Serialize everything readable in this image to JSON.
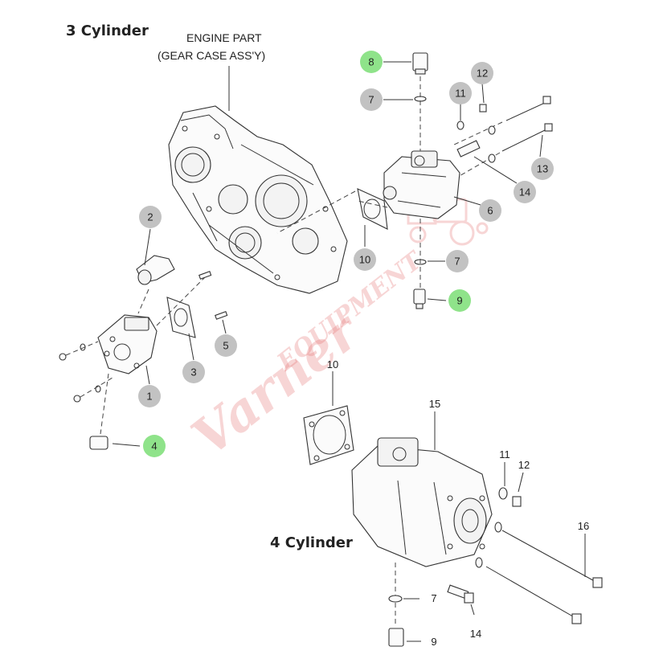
{
  "headings": {
    "three_cylinder": "3 Cylinder",
    "four_cylinder": "4 Cylinder",
    "engine_part_line1": "ENGINE PART",
    "engine_part_line2": "(GEAR CASE ASS'Y)"
  },
  "watermark": {
    "brand": "Varner",
    "sub": "EQUIPMENT",
    "color": "#e46b6b"
  },
  "colors": {
    "green_callout": "#8fe38a",
    "gray_callout": "#c2c2c2",
    "line": "#333333"
  },
  "callouts_3cyl": [
    {
      "num": "8",
      "style": "green"
    },
    {
      "num": "7",
      "style": "gray"
    },
    {
      "num": "11",
      "style": "gray"
    },
    {
      "num": "12",
      "style": "gray"
    },
    {
      "num": "13",
      "style": "gray"
    },
    {
      "num": "14",
      "style": "gray"
    },
    {
      "num": "6",
      "style": "gray"
    },
    {
      "num": "10",
      "style": "gray"
    },
    {
      "num": "7",
      "style": "gray"
    },
    {
      "num": "9",
      "style": "green"
    },
    {
      "num": "2",
      "style": "gray"
    },
    {
      "num": "3",
      "style": "gray"
    },
    {
      "num": "5",
      "style": "gray"
    },
    {
      "num": "1",
      "style": "gray"
    },
    {
      "num": "4",
      "style": "green"
    }
  ],
  "labels_4cyl": [
    {
      "num": "10"
    },
    {
      "num": "15"
    },
    {
      "num": "11"
    },
    {
      "num": "12"
    },
    {
      "num": "16"
    },
    {
      "num": "7"
    },
    {
      "num": "14"
    },
    {
      "num": "9"
    }
  ]
}
